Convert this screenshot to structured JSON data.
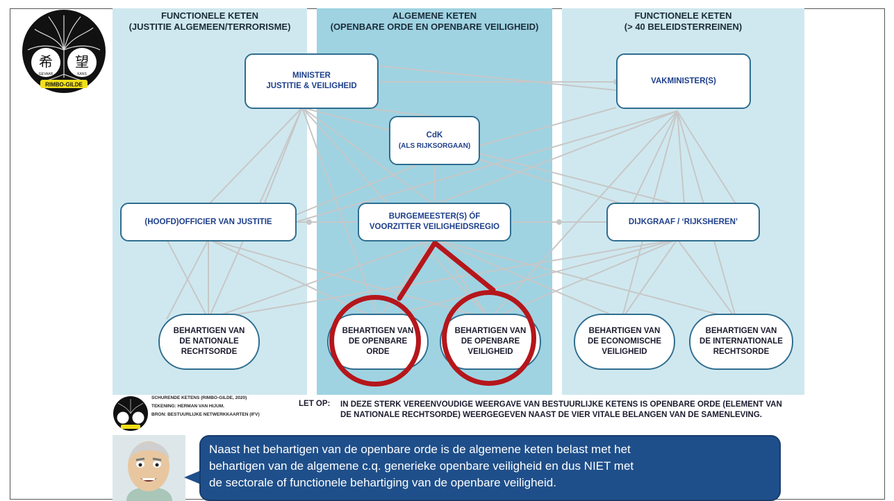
{
  "columns": {
    "left": {
      "line1": "FUNCTIONELE KETEN",
      "line2": "(JUSTITIE ALGEMEEN/TERRORISME)"
    },
    "middle": {
      "line1": "ALGEMENE KETEN",
      "line2": "(OPENBARE ORDE EN OPENBARE VEILIGHEID)"
    },
    "right": {
      "line1": "FUNCTIONELE KETEN",
      "line2": "(> 40 BELEIDSTERREINEN)"
    }
  },
  "boxes": {
    "minister": {
      "line1": "MINISTER",
      "line2": "JUSTITIE & VEILIGHEID"
    },
    "vakminister": {
      "line1": "VAKMINISTER(S)"
    },
    "cdk": {
      "line1": "CdK",
      "line2": "(ALS RIJKSORGAAN)"
    },
    "officier": {
      "line1": "(HOOFD)OFFICIER VAN JUSTITIE"
    },
    "burgemeester": {
      "line1": "BURGEMEESTER(S) ÓF",
      "line2": "VOORZITTER VEILIGHEIDSREGIO"
    },
    "dijkgraaf": {
      "line1": "DIJKGRAAF / ‘RIJKSHEREN’"
    }
  },
  "ovals": {
    "nationale": {
      "line1": "BEHARTIGEN VAN",
      "line2": "DE NATIONALE",
      "line3": "RECHTSORDE"
    },
    "orde": {
      "line1": "BEHARTIGEN VAN",
      "line2": "DE OPENBARE",
      "line3": "ORDE"
    },
    "veiligheid": {
      "line1": "BEHARTIGEN VAN",
      "line2": "DE OPENBARE",
      "line3": "VEILIGHEID"
    },
    "economische": {
      "line1": "BEHARTIGEN VAN",
      "line2": "DE ECONOMISCHE",
      "line3": "VEILIGHEID"
    },
    "internationale": {
      "line1": "BEHARTIGEN VAN",
      "line2": "DE INTERNATIONALE",
      "line3": "RECHTSORDE"
    }
  },
  "logo": {
    "char1": "希",
    "char2": "望",
    "label1": "GEVAAR",
    "label2": "KANS",
    "name": "RIMBO-GILDE"
  },
  "credits": {
    "line1": "SCHURENDE KETENS (RIMBO-GILDE, 2020)",
    "line2": "TEKENING: HERMAN VAN HIJUM.",
    "line3": "BRON: BESTUURLIJKE NETWERKKAARTEN (IFV)"
  },
  "note": {
    "label": "LET OP:",
    "line1": "IN DEZE STERK VEREENVOUDIGE WEERGAVE VAN BESTUURLIJKE KETENS IS OPENBARE ORDE (ELEMENT VAN",
    "line2": "DE NATIONALE RECHTSORDE) WEERGEGEVEN NAAST DE VIER VITALE BELANGEN VAN DE SAMENLEVING."
  },
  "bubble": {
    "line1": "Naast het behartigen van de openbare orde is de algemene keten belast met het",
    "line2": "behartigen van de algemene c.q. generieke openbare veiligheid en dus NIET met",
    "line3": "de sectorale of functionele behartiging van de openbare veiligheid."
  },
  "colors": {
    "column_light": "#cfe8ef",
    "column_mid": "#9fd3e2",
    "box_border": "#2f6d8f",
    "highlight_red": "#b5161b",
    "bubble_blue": "#1f4f8a",
    "logo_yellow": "#f2e01a"
  }
}
